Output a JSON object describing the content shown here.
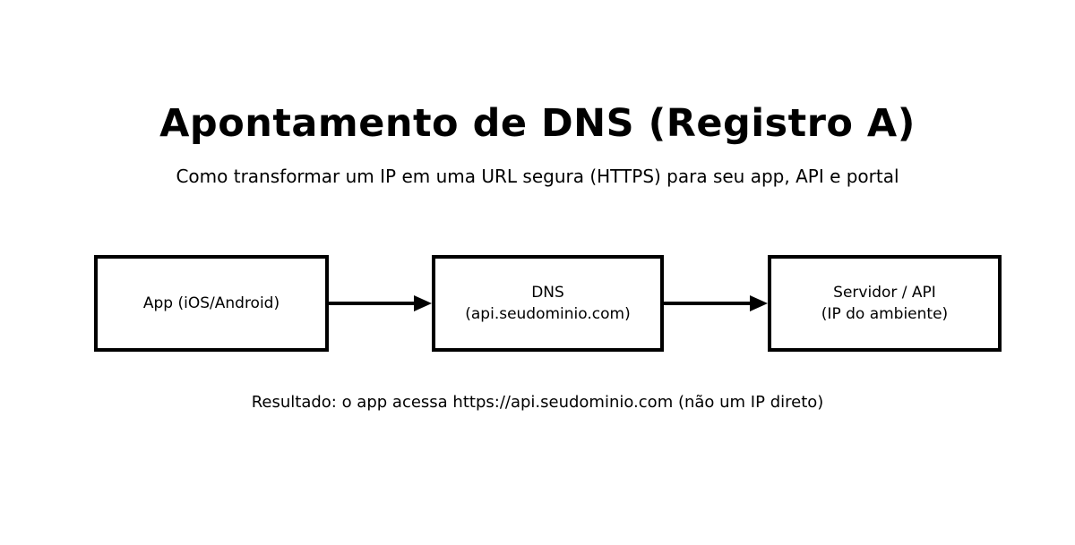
{
  "page": {
    "title": "Apontamento de DNS (Registro A)",
    "subtitle": "Como transformar um IP em uma URL segura (HTTPS) para seu app, API e portal",
    "result": "Resultado: o app acessa https://api.seudominio.com (não um IP direto)"
  },
  "diagram": {
    "nodes": [
      {
        "id": "app",
        "lines": [
          "App (iOS/Android)"
        ]
      },
      {
        "id": "dns",
        "lines": [
          "DNS",
          "(api.seudominio.com)"
        ]
      },
      {
        "id": "server",
        "lines": [
          "Servidor / API",
          "(IP do ambiente)"
        ]
      }
    ],
    "arrows": [
      {
        "from": "app",
        "to": "dns"
      },
      {
        "from": "dns",
        "to": "server"
      }
    ]
  },
  "colors": {
    "background": "#ffffff",
    "foreground": "#000000"
  }
}
